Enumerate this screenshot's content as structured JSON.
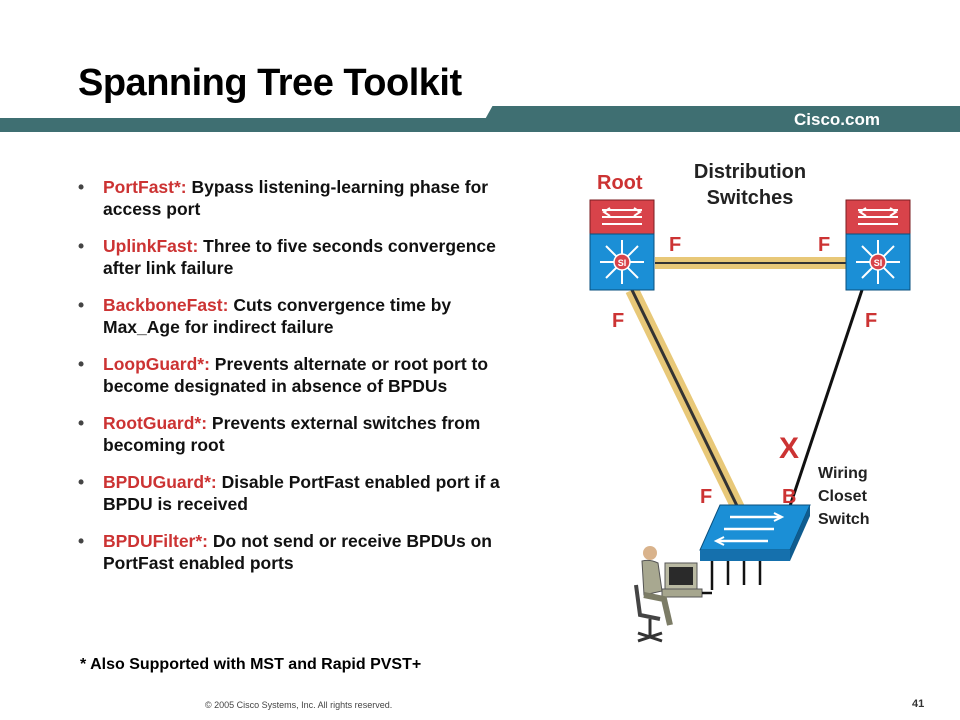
{
  "title": "Spanning Tree Toolkit",
  "brand": "Cisco.com",
  "bullets": [
    {
      "term": "PortFast*:",
      "text": " Bypass listening-learning phase for access port"
    },
    {
      "term": "UplinkFast:",
      "text": " Three to five seconds convergence after link failure"
    },
    {
      "term": "BackboneFast:",
      "text": " Cuts convergence time by Max_Age for indirect failure"
    },
    {
      "term": "LoopGuard*:",
      "text": " Prevents alternate or root port to become designated in absence of BPDUs"
    },
    {
      "term": "RootGuard*:",
      "text": " Prevents external switches from becoming root"
    },
    {
      "term": "BPDUGuard*:",
      "text": " Disable PortFast enabled port if a BPDU is received"
    },
    {
      "term": "BPDUFilter*:",
      "text": " Do not send or receive BPDUs on PortFast enabled ports"
    }
  ],
  "footnote": "* Also Supported with MST and Rapid PVST+",
  "copyright": "© 2005 Cisco Systems, Inc. All rights reserved.",
  "page_number": "41",
  "diagram": {
    "root_label": "Root",
    "distribution_label": "Distribution\nSwitches",
    "wiring_label": "Wiring\nCloset\nSwitch",
    "port_states": {
      "f_top_left": "F",
      "f_top_right": "F",
      "f_left": "F",
      "f_right": "F",
      "f_bottom": "F",
      "b_bottom": "B"
    },
    "failure_mark": "X",
    "switch_badge": "SI",
    "colors": {
      "switch_blue": "#1b8fd6",
      "router_red": "#d8434a",
      "link_tan": "#e8c878",
      "failure": "#cc3333"
    }
  }
}
